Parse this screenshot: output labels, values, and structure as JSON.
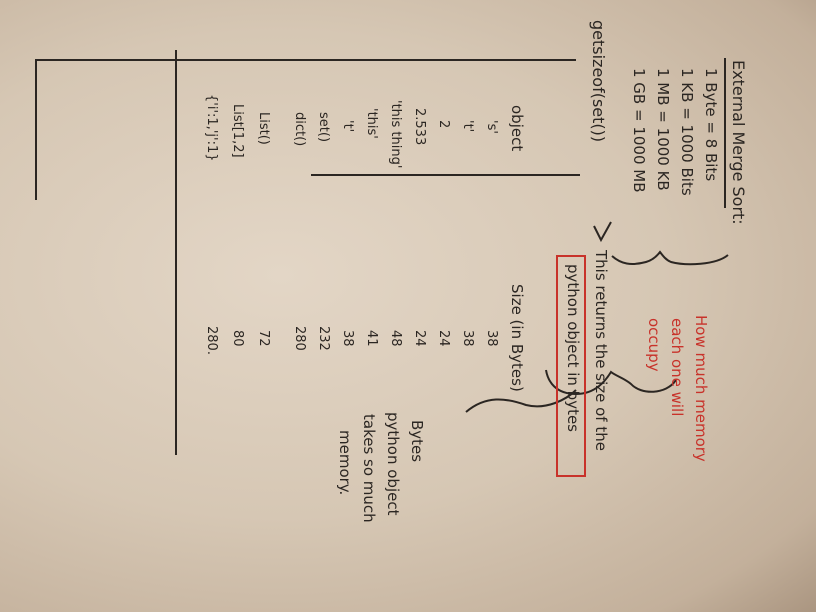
{
  "page": {
    "title": "External Merge Sort:",
    "units": [
      "1 Byte = 8 Bits",
      "1 KB = 1000 Bits",
      "1 MB = 1000 KB",
      "1 GB = 1000 MB"
    ],
    "units_note": [
      "How much memory",
      "each one will",
      "occupy"
    ],
    "function_call": "getsizeof(set())",
    "function_note": "This returns the size of the",
    "function_note_boxed": "python object in bytes",
    "table": {
      "col_object": "object",
      "col_size": "Size (in Bytes)",
      "rows": [
        {
          "object": "'s'",
          "size": "38"
        },
        {
          "object": "'t'",
          "size": "38"
        },
        {
          "object": "2",
          "size": "24"
        },
        {
          "object": "2.533",
          "size": "24"
        },
        {
          "object": "'this thing'",
          "size": "48"
        },
        {
          "object": "'this'",
          "size": "41"
        },
        {
          "object": "'t'",
          "size": "38"
        },
        {
          "object": "set()",
          "size": "232"
        },
        {
          "object": "dict()",
          "size": "280"
        },
        {
          "object": "List()",
          "size": "72"
        },
        {
          "object": "List[1,2]",
          "size": "80"
        },
        {
          "object": "{'i':1,'j':1}",
          "size": "280."
        }
      ]
    },
    "bytes_note": [
      "Bytes",
      "python object",
      "takes so much",
      "memory."
    ]
  }
}
